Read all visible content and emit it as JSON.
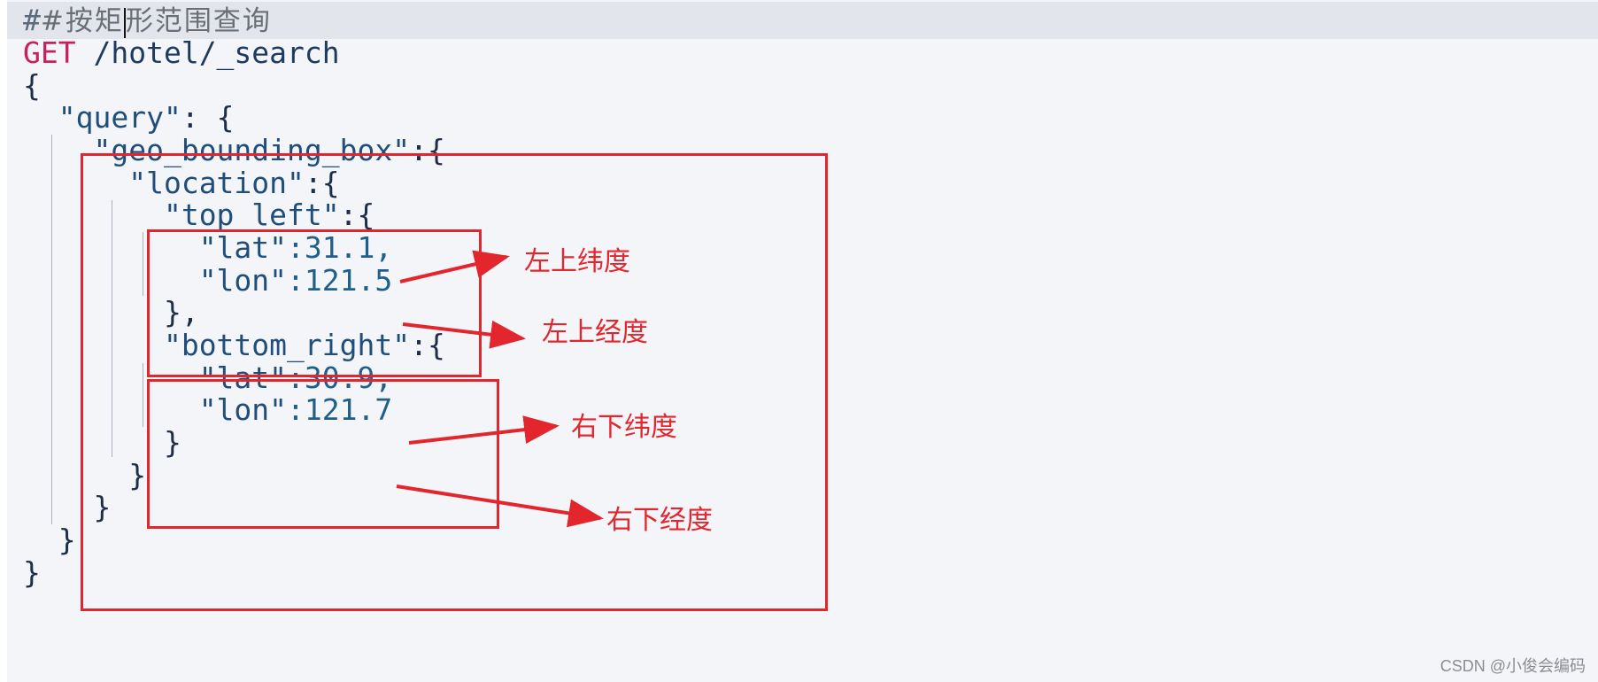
{
  "editor": {
    "comment": "#按矩形范围查询",
    "request": {
      "method": "GET",
      "path": "/hotel/_search"
    },
    "code": {
      "open_brace": "{",
      "query_key": "\"query\"",
      "query_open": ": {",
      "geo_key": "\"geo_bounding_box\"",
      "geo_open": ":{",
      "location_key": "\"location\"",
      "location_open": ":{",
      "top_left_key": "\"top_left\"",
      "top_left_open": ":{",
      "tl_lat_key": "\"lat\"",
      "tl_lat_value": ":31.1,",
      "tl_lon_key": "\"lon\"",
      "tl_lon_value": ":121.5",
      "top_left_close": "},",
      "bottom_right_key": "\"bottom_right\"",
      "bottom_right_open": ":{",
      "br_lat_key": "\"lat\"",
      "br_lat_value": ":30.9,",
      "br_lon_key": "\"lon\"",
      "br_lon_value": ":121.7",
      "bottom_right_close": "}",
      "location_close": "}",
      "geo_close": "}",
      "query_close": "}",
      "close_brace": "}"
    }
  },
  "annotations": {
    "top_left_lat": "左上纬度",
    "top_left_lon": "左上经度",
    "bottom_right_lat": "右下纬度",
    "bottom_right_lon": "右下经度"
  },
  "watermark": "CSDN @小俊会编码",
  "colors": {
    "annotation_red": "#e3262d",
    "keyword": "#c6215b",
    "key": "#1f4e7a",
    "background": "#f4f5f9"
  }
}
